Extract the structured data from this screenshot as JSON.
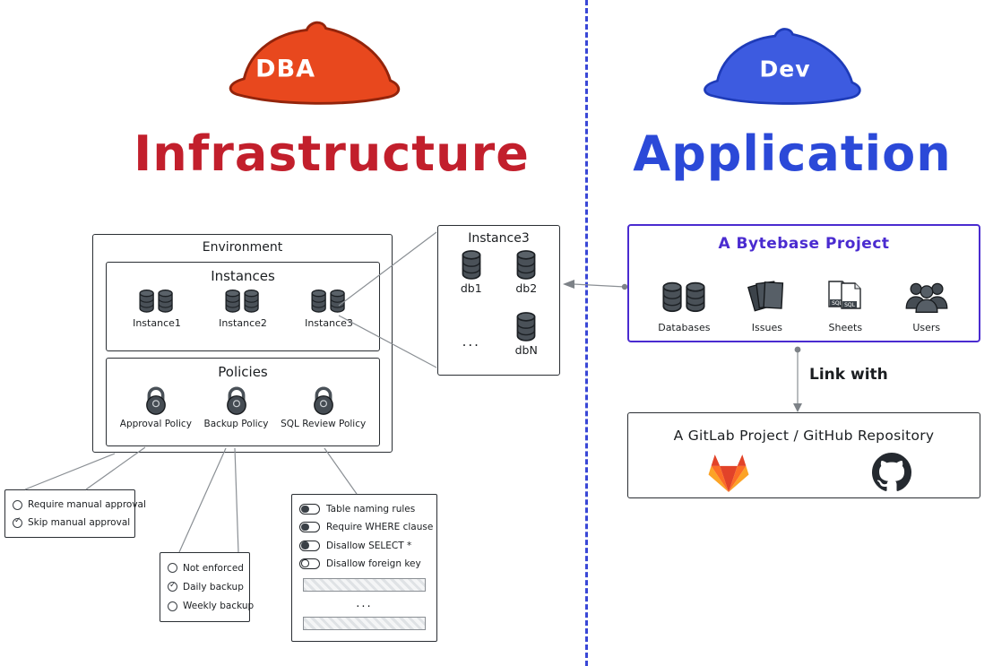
{
  "divider_color": "#3947d6",
  "left": {
    "hat_label": "DBA",
    "hat_color": "#e8481e",
    "title": "Infrastructure",
    "title_color": "#c21f2c",
    "environment": {
      "label": "Environment",
      "instances": {
        "label": "Instances",
        "items": [
          {
            "label": "Instance1"
          },
          {
            "label": "Instance2"
          },
          {
            "label": "Instance3"
          }
        ]
      },
      "policies": {
        "label": "Policies",
        "items": [
          {
            "label": "Approval Policy"
          },
          {
            "label": "Backup Policy"
          },
          {
            "label": "SQL Review Policy"
          }
        ]
      }
    },
    "instance_detail": {
      "title": "Instance3",
      "databases": [
        {
          "label": "db1"
        },
        {
          "label": "db2"
        },
        {
          "label": "..."
        },
        {
          "label": "dbN"
        }
      ]
    },
    "approval_callout": {
      "options": [
        {
          "label": "Require manual approval",
          "state": "unchecked"
        },
        {
          "label": "Skip manual approval",
          "state": "checked"
        }
      ]
    },
    "backup_callout": {
      "options": [
        {
          "label": "Not enforced",
          "state": "unchecked"
        },
        {
          "label": "Daily backup",
          "state": "checked"
        },
        {
          "label": "Weekly backup",
          "state": "unchecked"
        }
      ]
    },
    "sql_review_callout": {
      "rules": [
        {
          "label": "Table naming rules",
          "state": "on"
        },
        {
          "label": "Require WHERE clause",
          "state": "on"
        },
        {
          "label": "Disallow SELECT *",
          "state": "on"
        },
        {
          "label": "Disallow foreign key",
          "state": "off"
        }
      ],
      "ellipsis": "..."
    }
  },
  "right": {
    "hat_label": "Dev",
    "hat_color": "#3d5be0",
    "title": "Application",
    "title_color": "#2b49d8",
    "accent_purple": "#4a2bd0",
    "project_box": {
      "title": "A Bytebase Project",
      "sheets_badge": "SQL",
      "items": [
        {
          "label": "Databases"
        },
        {
          "label": "Issues"
        },
        {
          "label": "Sheets"
        },
        {
          "label": "Users"
        }
      ]
    },
    "link_label": "Link with",
    "repo_box": {
      "title": "A GitLab Project / GitHub Repository"
    }
  }
}
